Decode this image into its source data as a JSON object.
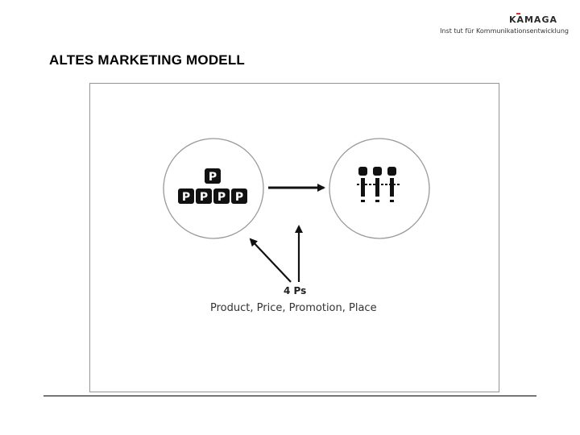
{
  "header": {
    "logo_name": "KAMAGA",
    "logo_subtitle": "Inst tut für Kommunikationsentwicklung",
    "title": "ALTES MARKETING MODELL"
  },
  "diagram": {
    "p_badge_letter": "P",
    "caption_title": "4 Ps",
    "caption_text": "Product, Price, Promotion, Place"
  },
  "colors": {
    "badge": "#111111",
    "circle_outline": "#999999",
    "arrow": "#111111"
  }
}
